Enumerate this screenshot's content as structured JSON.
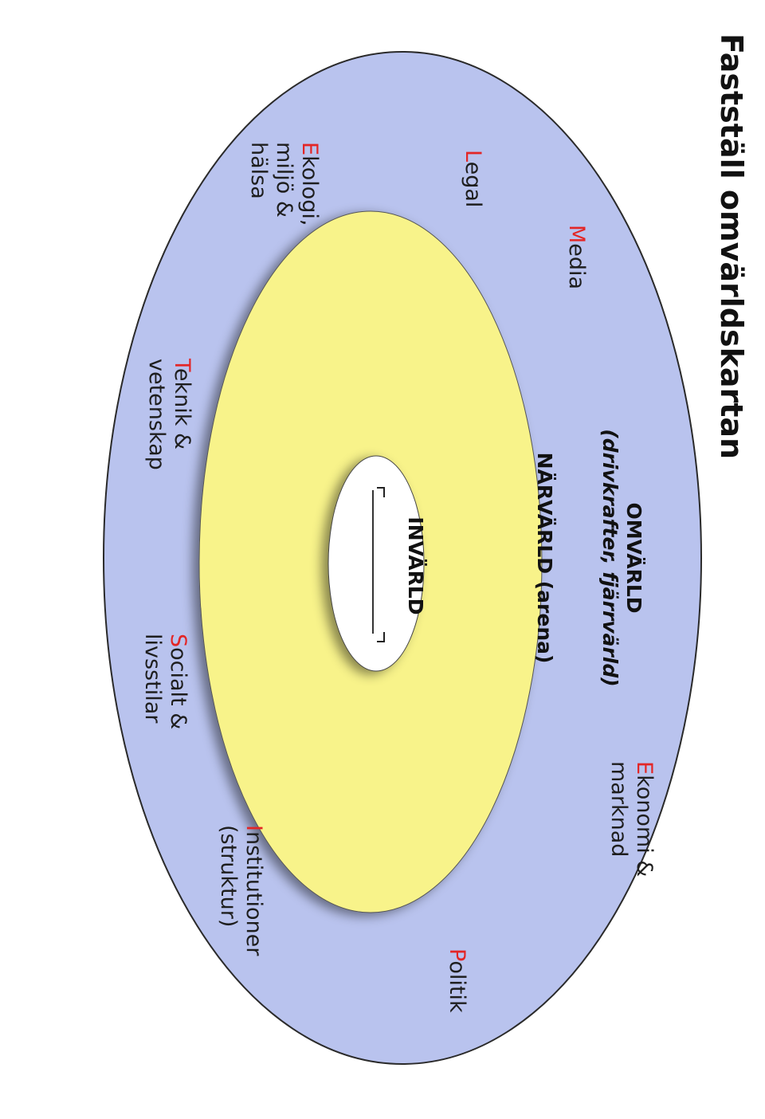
{
  "title": "Fastställ omvärldskartan",
  "rings": {
    "outer": {
      "heading": "OMVÄRLD",
      "subheading": "(drivkrafter, fjärrvärld)",
      "color": "#b9c3ee"
    },
    "middle": {
      "heading": "NÄRVÄRLD (arena)",
      "color": "#f8f38a"
    },
    "inner": {
      "heading": "INVÄRLD",
      "color": "#ffffff"
    }
  },
  "accent_color": "#e32626",
  "factors": [
    {
      "initial": "E",
      "lines": [
        "Ekonomi &",
        "marknad"
      ]
    },
    {
      "initial": "P",
      "lines": [
        "Politik"
      ]
    },
    {
      "initial": "I",
      "lines": [
        "Institutioner",
        "(struktur)"
      ]
    },
    {
      "initial": "S",
      "lines": [
        "Socialt &",
        "livsstilar"
      ]
    },
    {
      "initial": "T",
      "lines": [
        "Teknik &",
        "vetenskap"
      ]
    },
    {
      "initial": "E",
      "lines": [
        "Ekologi,",
        "miljö &",
        "hälsa"
      ]
    },
    {
      "initial": "L",
      "lines": [
        "Legal"
      ]
    },
    {
      "initial": "M",
      "lines": [
        "Media"
      ]
    }
  ]
}
